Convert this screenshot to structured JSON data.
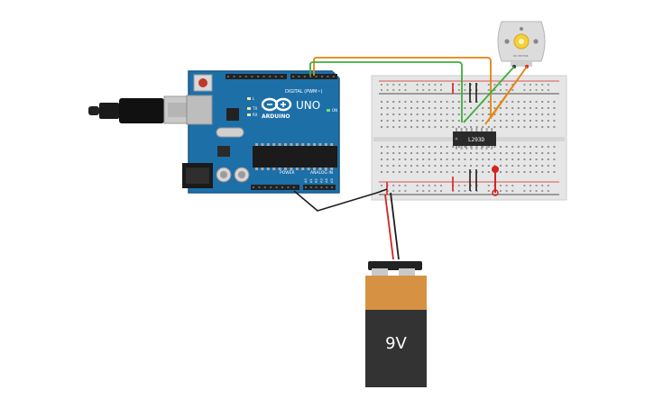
{
  "arduino": {
    "brand_logo": "infinity-logo",
    "wordmark": "ARDUINO",
    "model": "UNO",
    "on_label": "ON",
    "tx_label": "TX",
    "rx_label": "RX",
    "l_label": "L",
    "digital_header": "DIGITAL (PWM~)",
    "power_header": "POWER",
    "analog_header": "ANALOG IN",
    "analog_pins": [
      "A0",
      "A1",
      "A2",
      "A3",
      "A4",
      "A5"
    ]
  },
  "driver_ic": {
    "label": "L293D"
  },
  "battery": {
    "label": "9V"
  },
  "motor": {
    "label": "DC MOTOR"
  },
  "colors": {
    "board": "#1d6fa8",
    "breadboard": "#e6e6e6",
    "wire_orange": "#e5820f",
    "wire_green": "#3fae3f",
    "wire_red": "#d42323",
    "wire_black": "#1e1e1e",
    "battery_top": "#d69242",
    "battery_body": "#333333"
  }
}
